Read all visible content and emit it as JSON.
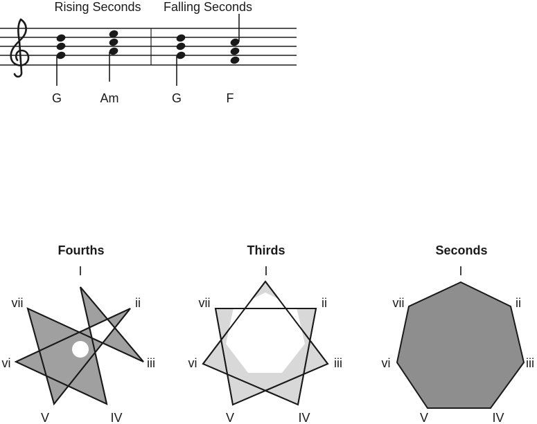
{
  "staff": {
    "headings": {
      "rising": "Rising Seconds",
      "falling": "Falling Seconds"
    },
    "chords": [
      "G",
      "Am",
      "G",
      "F"
    ]
  },
  "diagrams": [
    {
      "title": "Fourths",
      "labels": [
        "I",
        "ii",
        "iii",
        "IV",
        "V",
        "vi",
        "vii"
      ],
      "fill": "#a0a0a0"
    },
    {
      "title": "Thirds",
      "labels": [
        "I",
        "ii",
        "iii",
        "IV",
        "V",
        "vi",
        "vii"
      ],
      "fill": "#d8d8d8"
    },
    {
      "title": "Seconds",
      "labels": [
        "I",
        "ii",
        "iii",
        "IV",
        "V",
        "vi",
        "vii"
      ],
      "fill": "#8e8e8e"
    }
  ]
}
